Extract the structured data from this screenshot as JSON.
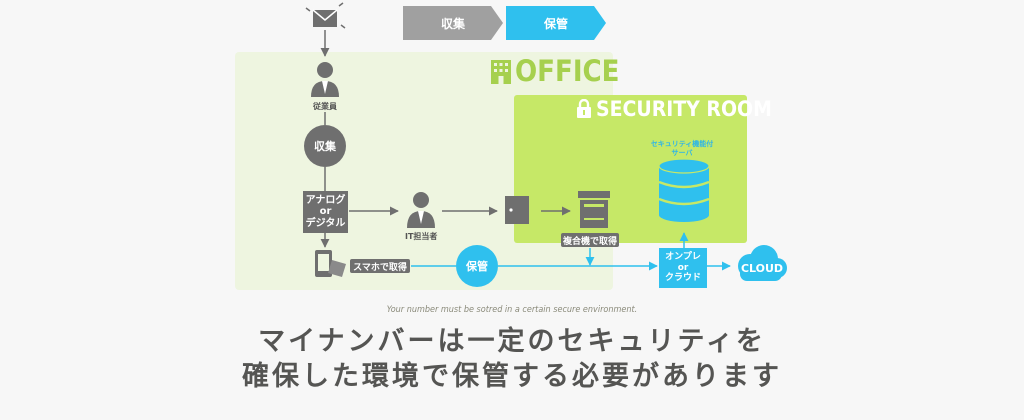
{
  "steps": {
    "collect": "収集",
    "store": "保管"
  },
  "areas": {
    "office": "OFFICE",
    "security_room": "SECURITY ROOM"
  },
  "nodes": {
    "employee": "従業員",
    "collect_circle": "収集",
    "analog_line1": "アナログ",
    "analog_line2": "or",
    "analog_line3": "デジタル",
    "it_staff": "IT担当者",
    "smartphone_tag": "スマホで取得",
    "store_circle": "保管",
    "mfp_tag": "複合機で取得",
    "server_line1": "セキュリティ機能付",
    "server_line2": "サーバ",
    "onprem_line1": "オンプレ",
    "onprem_line2": "or",
    "onprem_line3": "クラウド",
    "cloud": "CLOUD"
  },
  "tagline": "Your number must be sotred in a certain secure environment.",
  "heading": {
    "line1": "マイナンバーは一定のセキュリティを",
    "line2": "確保した環境で保管する必要があります"
  },
  "colors": {
    "gray": "#6f6f6f",
    "blue": "#2fc0ee",
    "office_bg": "#eef5e0",
    "security_bg": "#c6e867",
    "office_title": "#a6d04e"
  },
  "icons": [
    "mail-icon",
    "person-icon",
    "smartphone-icon",
    "door-icon",
    "printer-icon",
    "database-icon",
    "lock-icon",
    "building-icon",
    "cloud-icon"
  ]
}
